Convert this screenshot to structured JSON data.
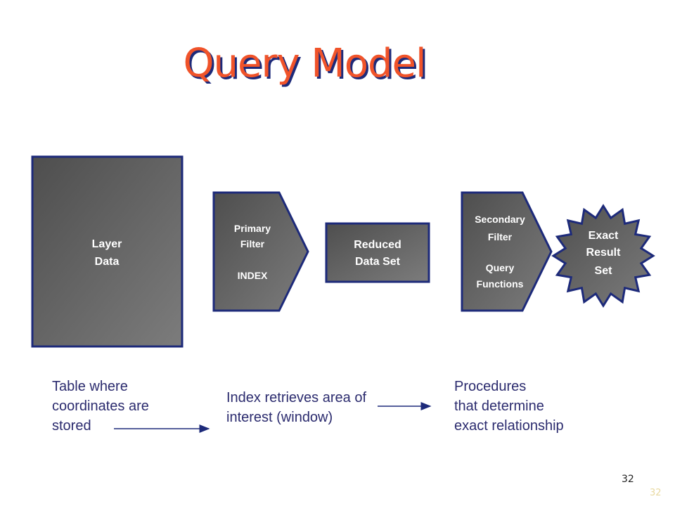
{
  "title": "Query Model",
  "diagram": {
    "layer": {
      "lines": [
        "Layer",
        "Data"
      ]
    },
    "primary_filter": {
      "lines": [
        "Primary",
        "Filter"
      ],
      "sub": "INDEX"
    },
    "reduced": {
      "lines": [
        "Reduced",
        "Data Set"
      ]
    },
    "secondary_filter": {
      "lines": [
        "Secondary",
        "Filter"
      ],
      "sub_lines": [
        "Query",
        "Functions"
      ]
    },
    "exact": {
      "lines": [
        "Exact",
        "Result",
        "Set"
      ]
    }
  },
  "captions": {
    "table": "Table where\ncoordinates are\nstored",
    "index": "Index retrieves area of\ninterest (window)",
    "procedures": "Procedures\nthat determine\nexact relationship"
  },
  "slide_number": "32",
  "slide_number_ghost": "32",
  "colors": {
    "title": "#f0532a",
    "title_shadow": "#1d2a7a",
    "shape_border": "#1d2a7a",
    "caption_text": "#2b2b6e",
    "shape_text": "#ffffff"
  }
}
